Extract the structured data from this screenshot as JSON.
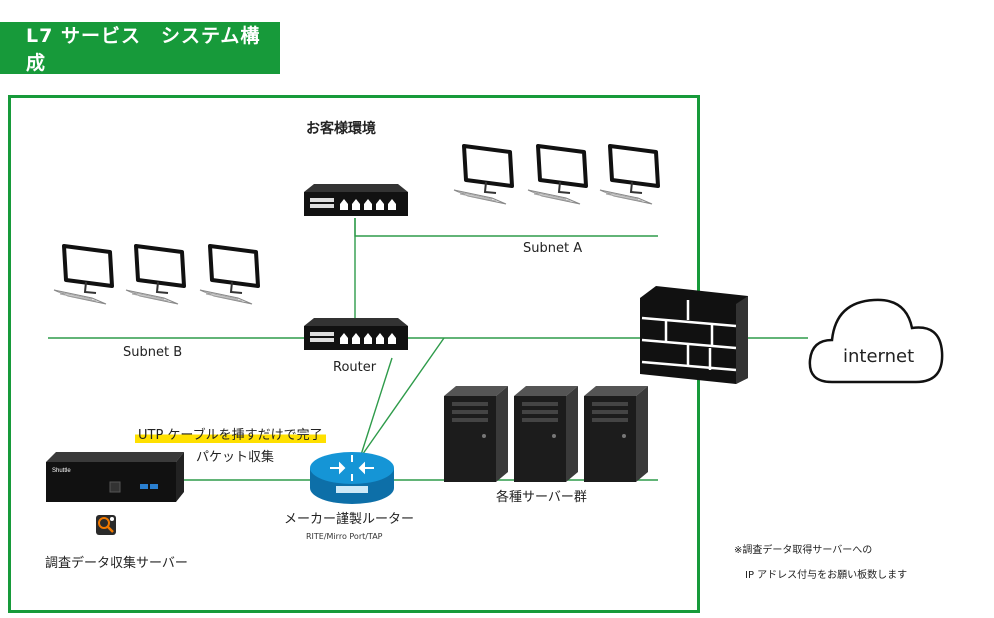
{
  "title": "L7 サービス　システム構成",
  "environment_label": "お客様環境",
  "subnet_a": "Subnet A",
  "subnet_b": "Subnet B",
  "router_label": "Router",
  "highlight_text": "UTP ケーブルを挿すだけで完了",
  "packet_capture": "パケット収集",
  "maker_router_label": "メーカー謹製ルーター",
  "maker_router_sub": "RITE/Mirro Port/TAP",
  "servers_label": "各種サーバー群",
  "collector_label": "調査データ収集サーバー",
  "internet_label": "internet",
  "note_line1": "※調査データ取得サーバーへの",
  "note_line2": "IP アドレス付与をお願い板数します",
  "device_brand": "Shuttle",
  "colors": {
    "accent_green": "#179a3a",
    "line_green": "#2e9b4a",
    "highlight": "#ffe000",
    "router_blue": "#1595d6"
  }
}
